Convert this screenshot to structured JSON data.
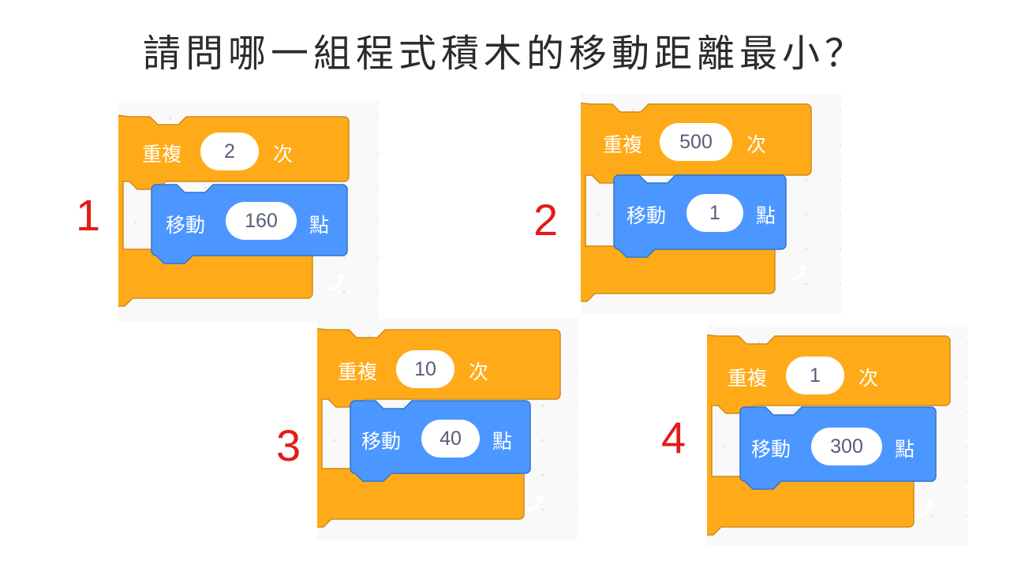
{
  "question": "請問哪一組程式積木的移動距離最小？",
  "colors": {
    "control": "#ffab19",
    "motion": "#4c97ff",
    "number": "#e41b17"
  },
  "options": [
    {
      "number": "1",
      "repeat_label": "重複",
      "repeat_count": "2",
      "times_label": "次",
      "move_label": "移動",
      "steps": "160",
      "unit_label": "點",
      "loop_icon": "loop-arrow-icon"
    },
    {
      "number": "2",
      "repeat_label": "重複",
      "repeat_count": "500",
      "times_label": "次",
      "move_label": "移動",
      "steps": "1",
      "unit_label": "點",
      "loop_icon": "loop-arrow-icon"
    },
    {
      "number": "3",
      "repeat_label": "重複",
      "repeat_count": "10",
      "times_label": "次",
      "move_label": "移動",
      "steps": "40",
      "unit_label": "點",
      "loop_icon": "loop-arrow-icon"
    },
    {
      "number": "4",
      "repeat_label": "重複",
      "repeat_count": "1",
      "times_label": "次",
      "move_label": "移動",
      "steps": "300",
      "unit_label": "點",
      "loop_icon": "loop-arrow-icon"
    }
  ]
}
